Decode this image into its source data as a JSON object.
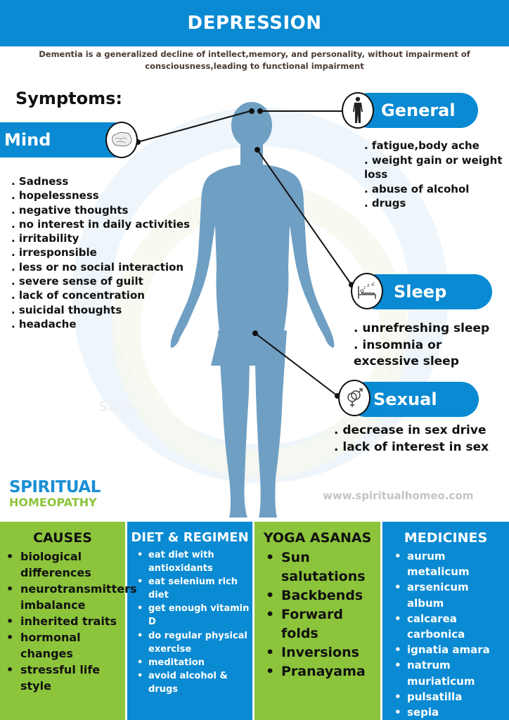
{
  "header": {
    "title": "DEPRESSION",
    "subtitle": "Dementia is a generalized decline of intellect,memory, and personality, without impairment of consciousness,leading to functional impairment"
  },
  "symptoms": {
    "title": "Symptoms:",
    "mind": {
      "label": "Mind",
      "icon": "brain-icon",
      "items": [
        ". Sadness",
        ". hopelessness",
        ". negative thoughts",
        ". no interest in daily activities",
        ". irritability",
        ". irresponsible",
        ". less or no social interaction",
        ". severe sense of guilt",
        ". lack of concentration",
        ". suicidal thoughts",
        ". headache"
      ]
    },
    "general": {
      "label": "General",
      "icon": "human-body-icon",
      "items": [
        ". fatigue,body ache",
        ". weight gain or weight loss",
        ". abuse of alcohol",
        ". drugs"
      ]
    },
    "sleep": {
      "label": "Sleep",
      "icon": "bed-sleep-icon",
      "items": [
        ". unrefreshing sleep",
        ". insomnia or excessive sleep"
      ]
    },
    "sexual": {
      "label": "Sexual",
      "icon": "gender-symbols-icon",
      "items": [
        ". decrease in sex drive",
        ". lack of interest in sex"
      ]
    }
  },
  "brand": {
    "line1": "SPIRITUAL",
    "line2": "HOMEOPATHY",
    "website": "www.spiritualhomeo.com"
  },
  "panels": {
    "causes": {
      "title": "CAUSES",
      "items": [
        "biological differences",
        "neurotransmitters imbalance",
        "inherited traits",
        "hormonal changes",
        "stressful life style"
      ]
    },
    "diet": {
      "title": "DIET & REGIMEN",
      "items": [
        "eat diet with antioxidants",
        "eat selenium rich diet",
        "get enough vitamin D",
        "do regular physical exercise",
        "meditation",
        "avoid alcohol & drugs"
      ]
    },
    "yoga": {
      "title": "YOGA ASANAS",
      "items": [
        "Sun salutations",
        "Backbends",
        "Forward folds",
        "Inversions",
        "Pranayama"
      ]
    },
    "medicines": {
      "title": "MEDICINES",
      "items": [
        "aurum metalicum",
        "arsenicum album",
        "calcarea carbonica",
        "ignatia amara",
        "natrum muriaticum",
        "pulsatilla",
        "sepia"
      ]
    }
  },
  "colors": {
    "primary_blue": "#0a8ad2",
    "accent_green": "#8cc43b",
    "figure_blue": "#6f9fc3",
    "subtitle_brown": "#4a3a32"
  }
}
